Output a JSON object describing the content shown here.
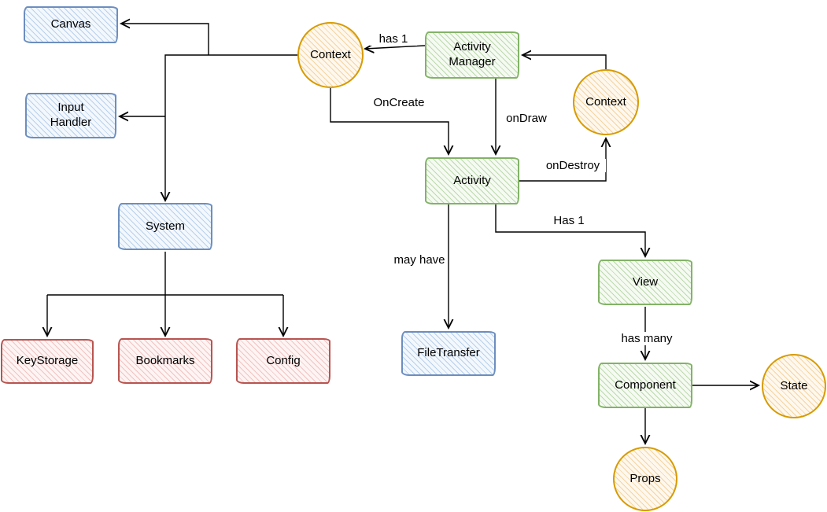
{
  "diagram": {
    "title": "",
    "nodes": {
      "canvas": {
        "label": "Canvas",
        "shape": "rect",
        "color": "blue"
      },
      "input_handler": {
        "label": "Input Handler",
        "shape": "rect",
        "color": "blue"
      },
      "system": {
        "label": "System",
        "shape": "rect",
        "color": "blue"
      },
      "keystorage": {
        "label": "KeyStorage",
        "shape": "rect",
        "color": "red"
      },
      "bookmarks": {
        "label": "Bookmarks",
        "shape": "rect",
        "color": "red"
      },
      "config": {
        "label": "Config",
        "shape": "rect",
        "color": "red"
      },
      "context_left": {
        "label": "Context",
        "shape": "circle",
        "color": "orange"
      },
      "activity_manager": {
        "label": "Activity Manager",
        "shape": "rect",
        "color": "green"
      },
      "context_right": {
        "label": "Context",
        "shape": "circle",
        "color": "orange"
      },
      "activity": {
        "label": "Activity",
        "shape": "rect",
        "color": "green"
      },
      "filetransfer": {
        "label": "FileTransfer",
        "shape": "rect",
        "color": "blue"
      },
      "view": {
        "label": "View",
        "shape": "rect",
        "color": "green"
      },
      "component": {
        "label": "Component",
        "shape": "rect",
        "color": "green"
      },
      "state": {
        "label": "State",
        "shape": "circle",
        "color": "orange"
      },
      "props": {
        "label": "Props",
        "shape": "circle",
        "color": "orange"
      }
    },
    "edge_labels": {
      "has_1_top": "has 1",
      "oncreate": "OnCreate",
      "ondraw": "onDraw",
      "ondestroy": "onDestroy",
      "may_have": "may have",
      "has_1_right": "Has 1",
      "has_many": "has many"
    },
    "colors": {
      "blue_border": "#6c8ebf",
      "blue_bg": "#f3f8fd",
      "blue_hatch": "#b8cfeb",
      "green_border": "#82b366",
      "green_bg": "#f5faf2",
      "green_hatch": "#bcd9ad",
      "red_border": "#b85450",
      "red_bg": "#fdf4f3",
      "red_hatch": "#f0c3c1",
      "orange_border": "#d79b00",
      "orange_bg": "#fff8ee",
      "orange_hatch": "#f4d3a0"
    }
  }
}
